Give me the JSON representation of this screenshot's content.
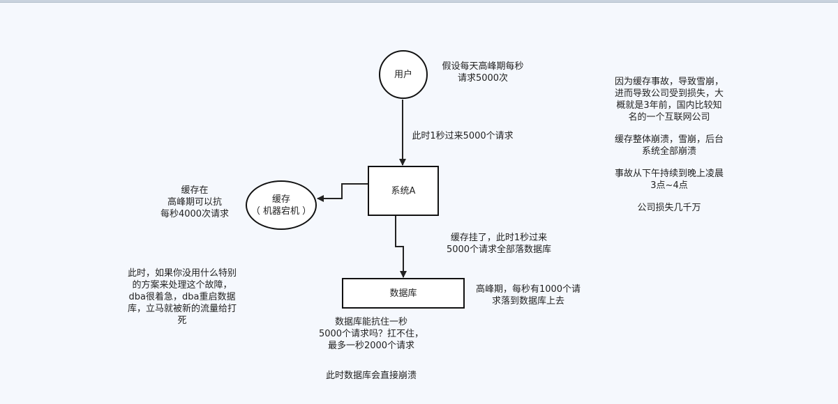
{
  "nodes": {
    "user": "用户",
    "system_a": "系统A",
    "cache": [
      "缓存",
      "（ 机器宕机 ）"
    ],
    "database": "数据库"
  },
  "notes": {
    "peak_assumption": [
      "假设每天高峰期每秒",
      "请求5000次"
    ],
    "requests_arrive": "此时1秒过来5000个请求",
    "cache_capacity": [
      "缓存在",
      "高峰期可以抗",
      "每秒4000次请求"
    ],
    "cache_down": [
      "缓存挂了，此时1秒过来",
      "5000个请求全部落数据库"
    ],
    "peak_db": [
      "高峰期，每秒有1000个请",
      "求落到数据库上去"
    ],
    "db_capacity": [
      "数据库能抗住一秒",
      "5000个请求吗？扛不住，",
      "最多一秒2000个请求"
    ],
    "db_crash": "此时数据库会直接崩溃",
    "dba_restart": [
      "此时，如果你没用什么特别",
      "的方案来处理这个故障，",
      "dba很着急，dba重启数据",
      "库，立马就被新的流量给打",
      "死"
    ],
    "incident": [
      "因为缓存事故，导致雪崩，",
      "进而导致公司受到损失，大",
      "概就是3年前，国内比较知",
      "名的一个互联网公司",
      "",
      "缓存整体崩溃，雪崩，后台",
      "系统全部崩溃",
      "",
      "事故从下午持续到晚上凌晨",
      "3点~4点",
      "",
      "公司损失几千万"
    ]
  }
}
